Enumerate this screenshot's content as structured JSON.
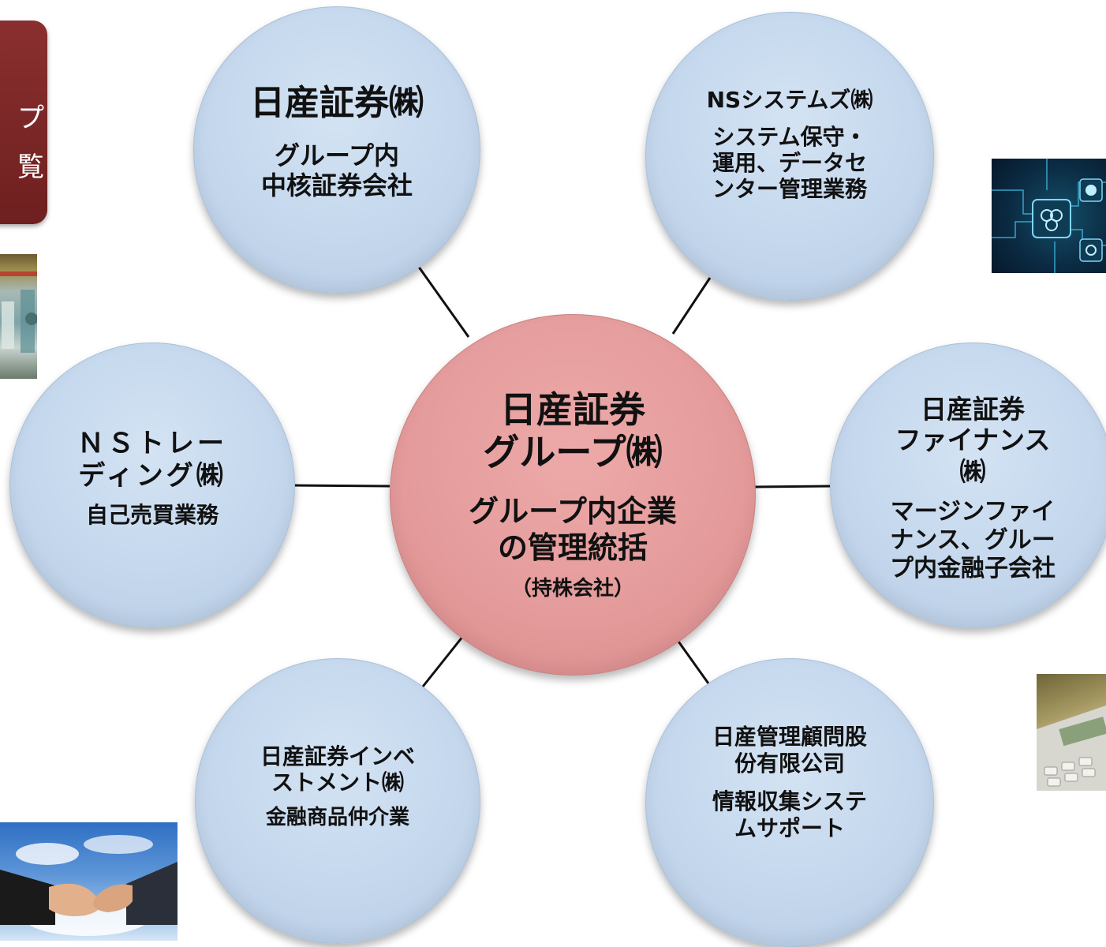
{
  "side_title": {
    "line1": "プ",
    "line2": "覧"
  },
  "center": {
    "title": "日産証券\nグループ㈱",
    "description": "グループ内企業\nの管理統括",
    "subtitle": "（持株会社）",
    "color": "#e49a9a"
  },
  "subsidiaries": [
    {
      "title": "日産証券㈱",
      "description": "グループ内\n中核証券会社"
    },
    {
      "title": "NSシステムズ㈱",
      "description": "システム保守・\n運用、データセ\nンター管理業務"
    },
    {
      "title": "ＮＳトレー\nディング㈱",
      "description": "自己売買業務"
    },
    {
      "title": "日産証券\nファイナンス\n㈱",
      "description": "マージンファイ\nナンス、グルー\nプ内金融子会社"
    },
    {
      "title": "日産証券インベ\nストメント㈱",
      "description": "金融商品仲介業"
    },
    {
      "title": "日産管理顧問股\n份有限公司",
      "description": "情報収集システ\nムサポート"
    }
  ],
  "colors": {
    "subsidiary_fill": "#c3d6ec",
    "center_fill": "#e49a9a",
    "title_box": "#7a2626",
    "connector": "#111111"
  },
  "images": {
    "top_left": "trading-floor-photo",
    "bottom_left": "handshake-photo",
    "top_right": "circuit-board-photo",
    "bottom_right": "calculator-photo"
  }
}
